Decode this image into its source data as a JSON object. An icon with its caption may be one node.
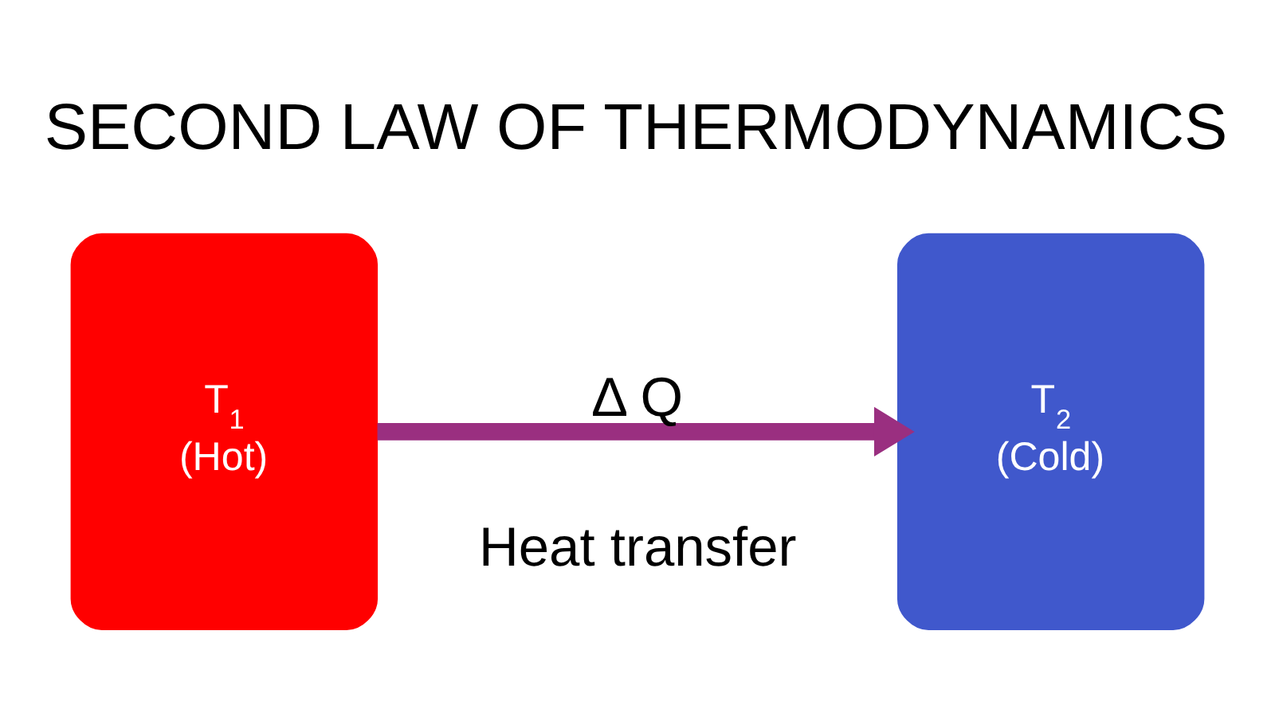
{
  "diagram": {
    "title": "SECOND LAW OF THERMODYNAMICS",
    "nodes": [
      {
        "text": [
          "T$_{1}$",
          "(Hot)"
        ]
      },
      {
        "text": [
          "T$_{2}$",
          "(Cold)"
        ]
      }
    ],
    "edges": [
      {
        "from": 0,
        "to": 1,
        "arrow": "to",
        "label": "Δ Q"
      }
    ],
    "labels": [
      "Heat transfer"
    ]
  }
}
